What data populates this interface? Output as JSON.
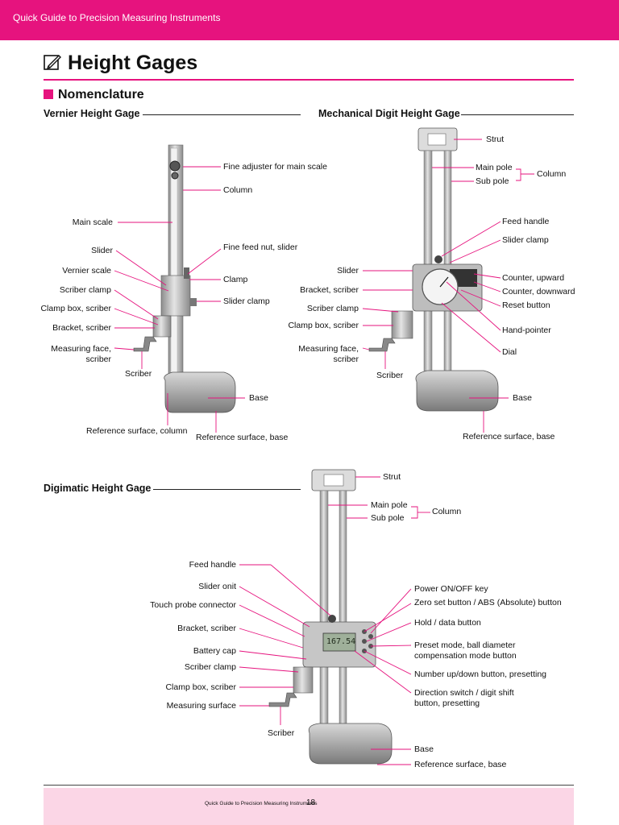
{
  "header": {
    "banner": "Quick Guide to Precision Measuring Instruments"
  },
  "page": {
    "title": "Height Gages",
    "section": "Nomenclature"
  },
  "vernier": {
    "title": "Vernier Height Gage",
    "labels": {
      "fine_adjuster": "Fine adjuster for main scale",
      "column": "Column",
      "main_scale": "Main scale",
      "slider": "Slider",
      "fine_feed": "Fine feed nut, slider",
      "vernier_scale": "Vernier scale",
      "clamp": "Clamp",
      "scriber_clamp": "Scriber clamp",
      "slider_clamp": "Slider clamp",
      "clamp_box": "Clamp box, scriber",
      "bracket": "Bracket, scriber",
      "measuring_face_1": "Measuring face,",
      "measuring_face_2": "scriber",
      "scriber": "Scriber",
      "base": "Base",
      "ref_column": "Reference surface, column",
      "ref_base": "Reference surface, base"
    }
  },
  "mechanical": {
    "title": "Mechanical Digit Height Gage",
    "labels": {
      "strut": "Strut",
      "main_pole": "Main pole",
      "sub_pole": "Sub pole",
      "column": "Column",
      "feed_handle": "Feed handle",
      "slider_clamp": "Slider clamp",
      "slider": "Slider",
      "counter_up": "Counter, upward",
      "bracket": "Bracket, scriber",
      "counter_down": "Counter, downward",
      "reset": "Reset button",
      "scriber_clamp": "Scriber clamp",
      "clamp_box": "Clamp box, scriber",
      "hand_pointer": "Hand-pointer",
      "measuring_face_1": "Measuring face,",
      "measuring_face_2": "scriber",
      "dial": "Dial",
      "scriber": "Scriber",
      "base": "Base",
      "ref_base": "Reference surface, base"
    }
  },
  "digimatic": {
    "title": "Digimatic Height Gage",
    "display": "167.54",
    "labels": {
      "strut": "Strut",
      "main_pole": "Main pole",
      "sub_pole": "Sub pole",
      "column": "Column",
      "feed_handle": "Feed handle",
      "slider_unit": "Slider onit",
      "power": "Power ON/OFF key",
      "touch_probe": "Touch probe connector",
      "zero_set": "Zero set button / ABS (Absolute) button",
      "bracket": "Bracket, scriber",
      "hold": "Hold / data button",
      "battery": "Battery cap",
      "preset_1": "Preset mode, ball diameter",
      "preset_2": "compensation mode button",
      "scriber_clamp": "Scriber clamp",
      "number_updown": "Number up/down button, presetting",
      "clamp_box": "Clamp box, scriber",
      "direction_1": "Direction switch / digit shift",
      "direction_2": "button, presetting",
      "measuring_surface": "Measuring surface",
      "scriber": "Scriber",
      "base": "Base",
      "ref_base": "Reference surface, base"
    }
  },
  "footer": {
    "text": "Quick Guide to Precision Measuring Instruments",
    "page_number": "18"
  },
  "colors": {
    "accent": "#e6137e",
    "footer_bg": "#fbd6e6"
  }
}
